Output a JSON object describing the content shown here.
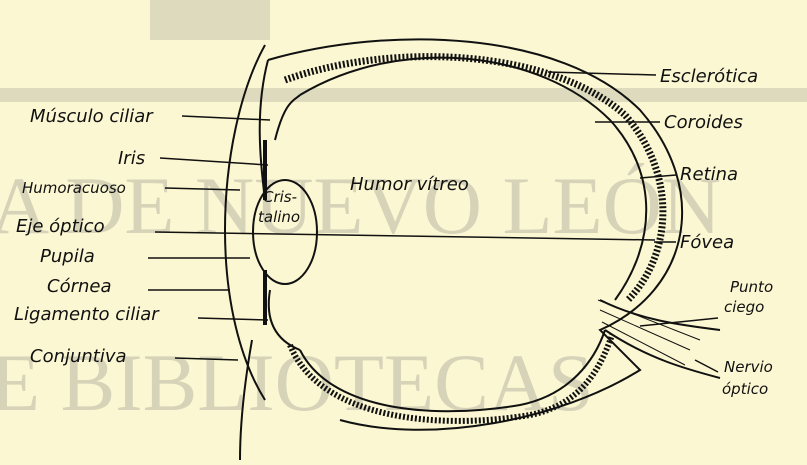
{
  "watermark": {
    "line1": "A DE NUEVO LEÓN",
    "line2": "E BIBLIOTECAS"
  },
  "labels": {
    "musculo_ciliar": "Músculo ciliar",
    "iris": "Iris",
    "humor_acuoso": "Humoracuoso",
    "eje_optico": "Eje óptico",
    "pupila": "Pupila",
    "cornea": "Córnea",
    "ligamento_ciliar": "Ligamento ciliar",
    "conjuntiva": "Conjuntiva",
    "cristalino_1": "Cris-",
    "cristalino_2": "talino",
    "humor_vitreo": "Humor vítreo",
    "esclerotica": "Esclerótica",
    "coroides": "Coroides",
    "retina": "Retina",
    "fovea": "Fóvea",
    "punto_ciego_1": "Punto",
    "punto_ciego_2": "ciego",
    "nervio_optico_1": "Nervio",
    "nervio_optico_2": "óptico"
  },
  "colors": {
    "background": "#fbf7d2",
    "ink": "#111111",
    "watermark": "#b9b6a5"
  }
}
